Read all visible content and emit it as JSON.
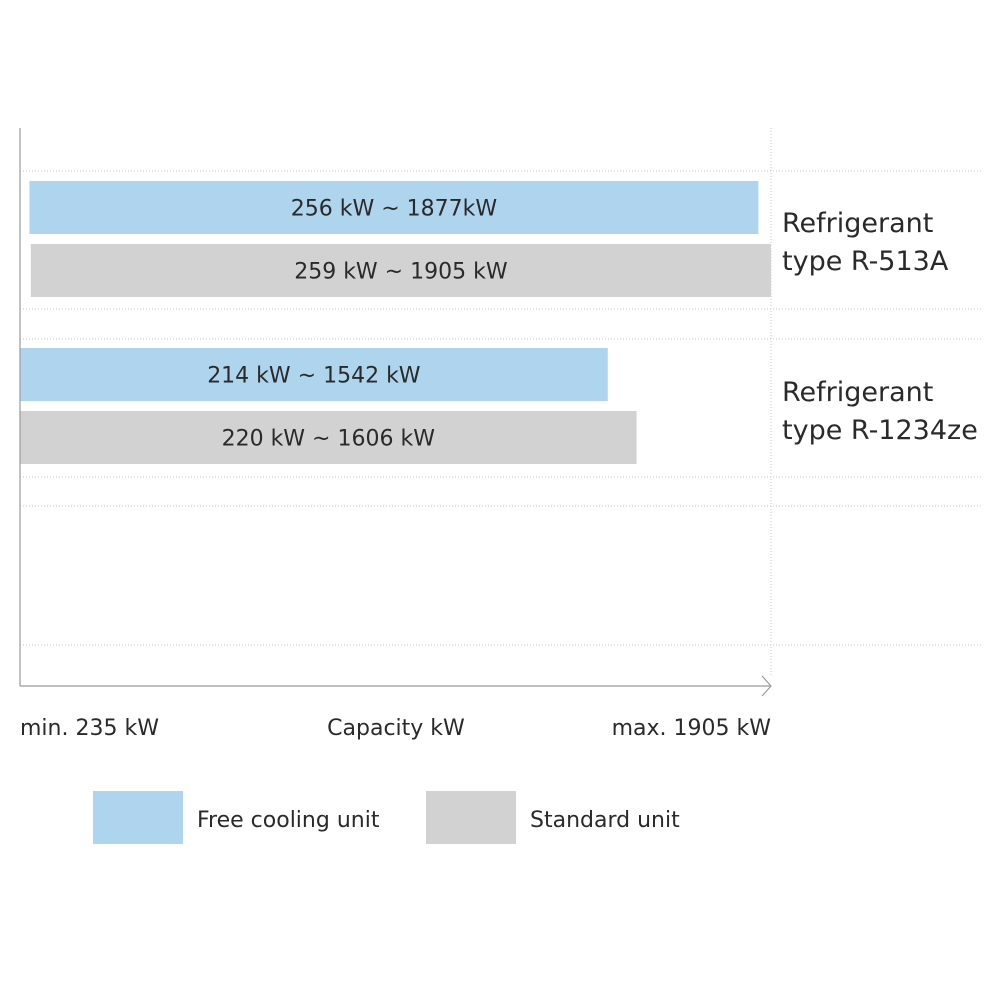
{
  "chart_data": {
    "type": "bar",
    "orientation": "horizontal-range",
    "xlim": [
      235,
      1905
    ],
    "xlabel_min": "min. 235 kW",
    "xlabel": "Capacity kW",
    "xlabel_max": "max. 1905 kW",
    "grid": true,
    "legend_position": "bottom",
    "groups": [
      {
        "label_line1": "Refrigerant",
        "label_line2": "type R-513A",
        "bars": [
          {
            "series": "free",
            "start": 256,
            "end": 1877,
            "label": "256 kW ~ 1877kW"
          },
          {
            "series": "standard",
            "start": 259,
            "end": 1905,
            "label": "259 kW ~ 1905 kW"
          }
        ]
      },
      {
        "label_line1": "Refrigerant",
        "label_line2": "type R-1234ze",
        "bars": [
          {
            "series": "free",
            "start": 214,
            "end": 1542,
            "label": "214 kW ~ 1542 kW"
          },
          {
            "series": "standard",
            "start": 220,
            "end": 1606,
            "label": "220 kW ~ 1606 kW"
          }
        ]
      }
    ],
    "series": [
      {
        "key": "free",
        "name": "Free cooling unit",
        "color": "#aed4ee"
      },
      {
        "key": "standard",
        "name": "Standard unit",
        "color": "#d2d2d2"
      }
    ],
    "colors": {
      "axis": "#9a9a9a",
      "grid": "#c8c8c8",
      "text": "#2a2a2a"
    }
  }
}
